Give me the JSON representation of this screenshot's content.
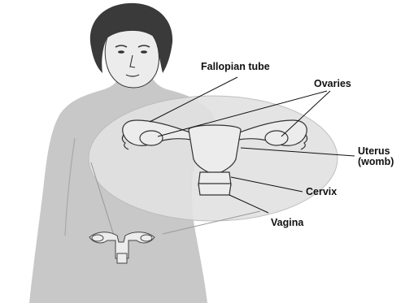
{
  "labels": {
    "fallopian_tube": "Fallopian tube",
    "ovaries": "Ovaries",
    "uterus_line1": "Uterus",
    "uterus_line2": "(womb)",
    "cervix": "Cervix",
    "vagina": "Vagina"
  },
  "colors": {
    "body_fill": "#c8c8c8",
    "hair_fill": "#3a3a3a",
    "skin_fill": "#e6e6e6",
    "magnifier_fill": "#e2e2e2",
    "organ_fill": "#ececec",
    "stroke": "#222222"
  }
}
